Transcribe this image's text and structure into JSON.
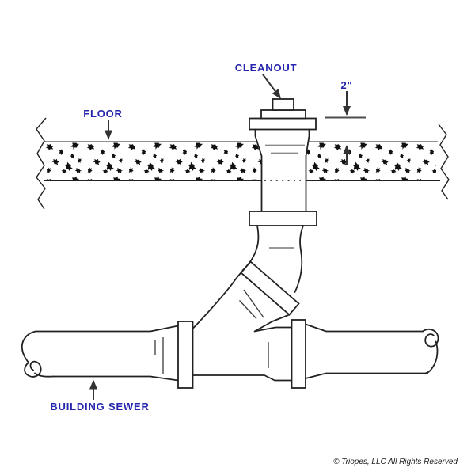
{
  "labels": {
    "cleanout": "CLEANOUT",
    "floor": "FLOOR",
    "dimension": "2\"",
    "building_sewer": "BUILDING SEWER"
  },
  "footer": {
    "copyright": "© Triopes, LLC All Rights Reserved"
  },
  "colors": {
    "label": "#2525AD",
    "line": "#212121",
    "line_soft": "#8A8A8A",
    "arrow": "#333333",
    "speckle": "#111111",
    "background": "#FFFFFF"
  }
}
